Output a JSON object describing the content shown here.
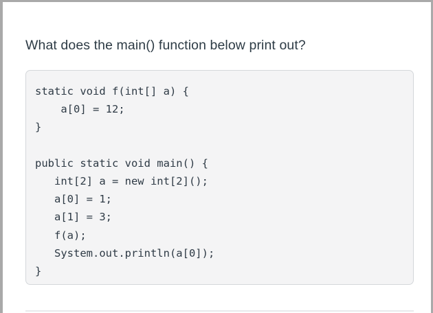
{
  "page": {
    "question_title": "What does the main() function below print out?",
    "frame_border_color": "#a9a9a9",
    "title_color": "#2d3b45",
    "divider_color": "#e8eaec"
  },
  "code_block": {
    "language": "java",
    "background_color": "#f4f4f5",
    "border_color": "#d4d7da",
    "text_color": "#2e3a45",
    "lines": [
      "static void f(int[] a) {",
      "    a[0] = 12;",
      "}",
      "",
      "public static void main() {",
      "   int[2] a = new int[2]();",
      "   a[0] = 1;",
      "   a[1] = 3;",
      "   f(a);",
      "   System.out.println(a[0]);",
      "}"
    ],
    "content": "static void f(int[] a) {\n    a[0] = 12;\n}\n\npublic static void main() {\n   int[2] a = new int[2]();\n   a[0] = 1;\n   a[1] = 3;\n   f(a);\n   System.out.println(a[0]);\n}"
  }
}
